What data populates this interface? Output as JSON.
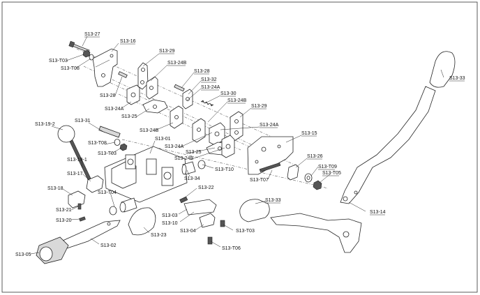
{
  "labels": {
    "S13_27": "S13-27",
    "S13_16": "S13-16",
    "S13_T03_a": "S13-T03",
    "S13_T08_a": "S13-T08",
    "S13_29_a": "S13-29",
    "S13_24B_a": "S13-24B",
    "S13_28_a": "S13-28",
    "S13_28_b": "S13-28",
    "S13_32": "S13-32",
    "S13_24A_a": "S13-24A",
    "S13_24A_b": "S13-24A",
    "S13_30": "S13-30",
    "S13_24B_b": "S13-24B",
    "S13_25_a": "S13-25",
    "S13_29_b": "S13-29",
    "S13_24B_c": "S13-24B",
    "S13_24A_c": "S13-24A",
    "S13_31": "S13-31",
    "S13_19_2": "S13-19-2",
    "S13_T08_b": "S13-T08",
    "S13_01": "S13-01",
    "S13_T03_b": "S13-T03",
    "S13_24A_d": "S13-24A",
    "S13_25_b": "S13-25",
    "S13_24B_d": "S13-24B",
    "S13_T10": "S13-T10",
    "S13_15": "S13-15",
    "S13_26": "S13-26",
    "S13_T09": "S13-T09",
    "S13_T05": "S13-T05",
    "S13_T07": "S13-T07",
    "S13_19_1": "S13-19-1",
    "S13_17": "S13-17",
    "S13_34": "S13-34",
    "S13_18": "S13-18",
    "S13_22": "S13-22",
    "S13_21": "S13-21",
    "S13_T04": "S13-T04",
    "S13_20": "S13-20",
    "S13_03": "S13-03",
    "S13_10": "S13-10",
    "S13_04": "S13-04",
    "S13_T03_c": "S13-T03",
    "S13_33_a": "S13-33",
    "S13_33_b": "S13-33",
    "S13_14": "S13-14",
    "S13_23": "S13-23",
    "S13_02": "S13-02",
    "S13_05": "S13-05",
    "S13_T06": "S13-T06"
  }
}
